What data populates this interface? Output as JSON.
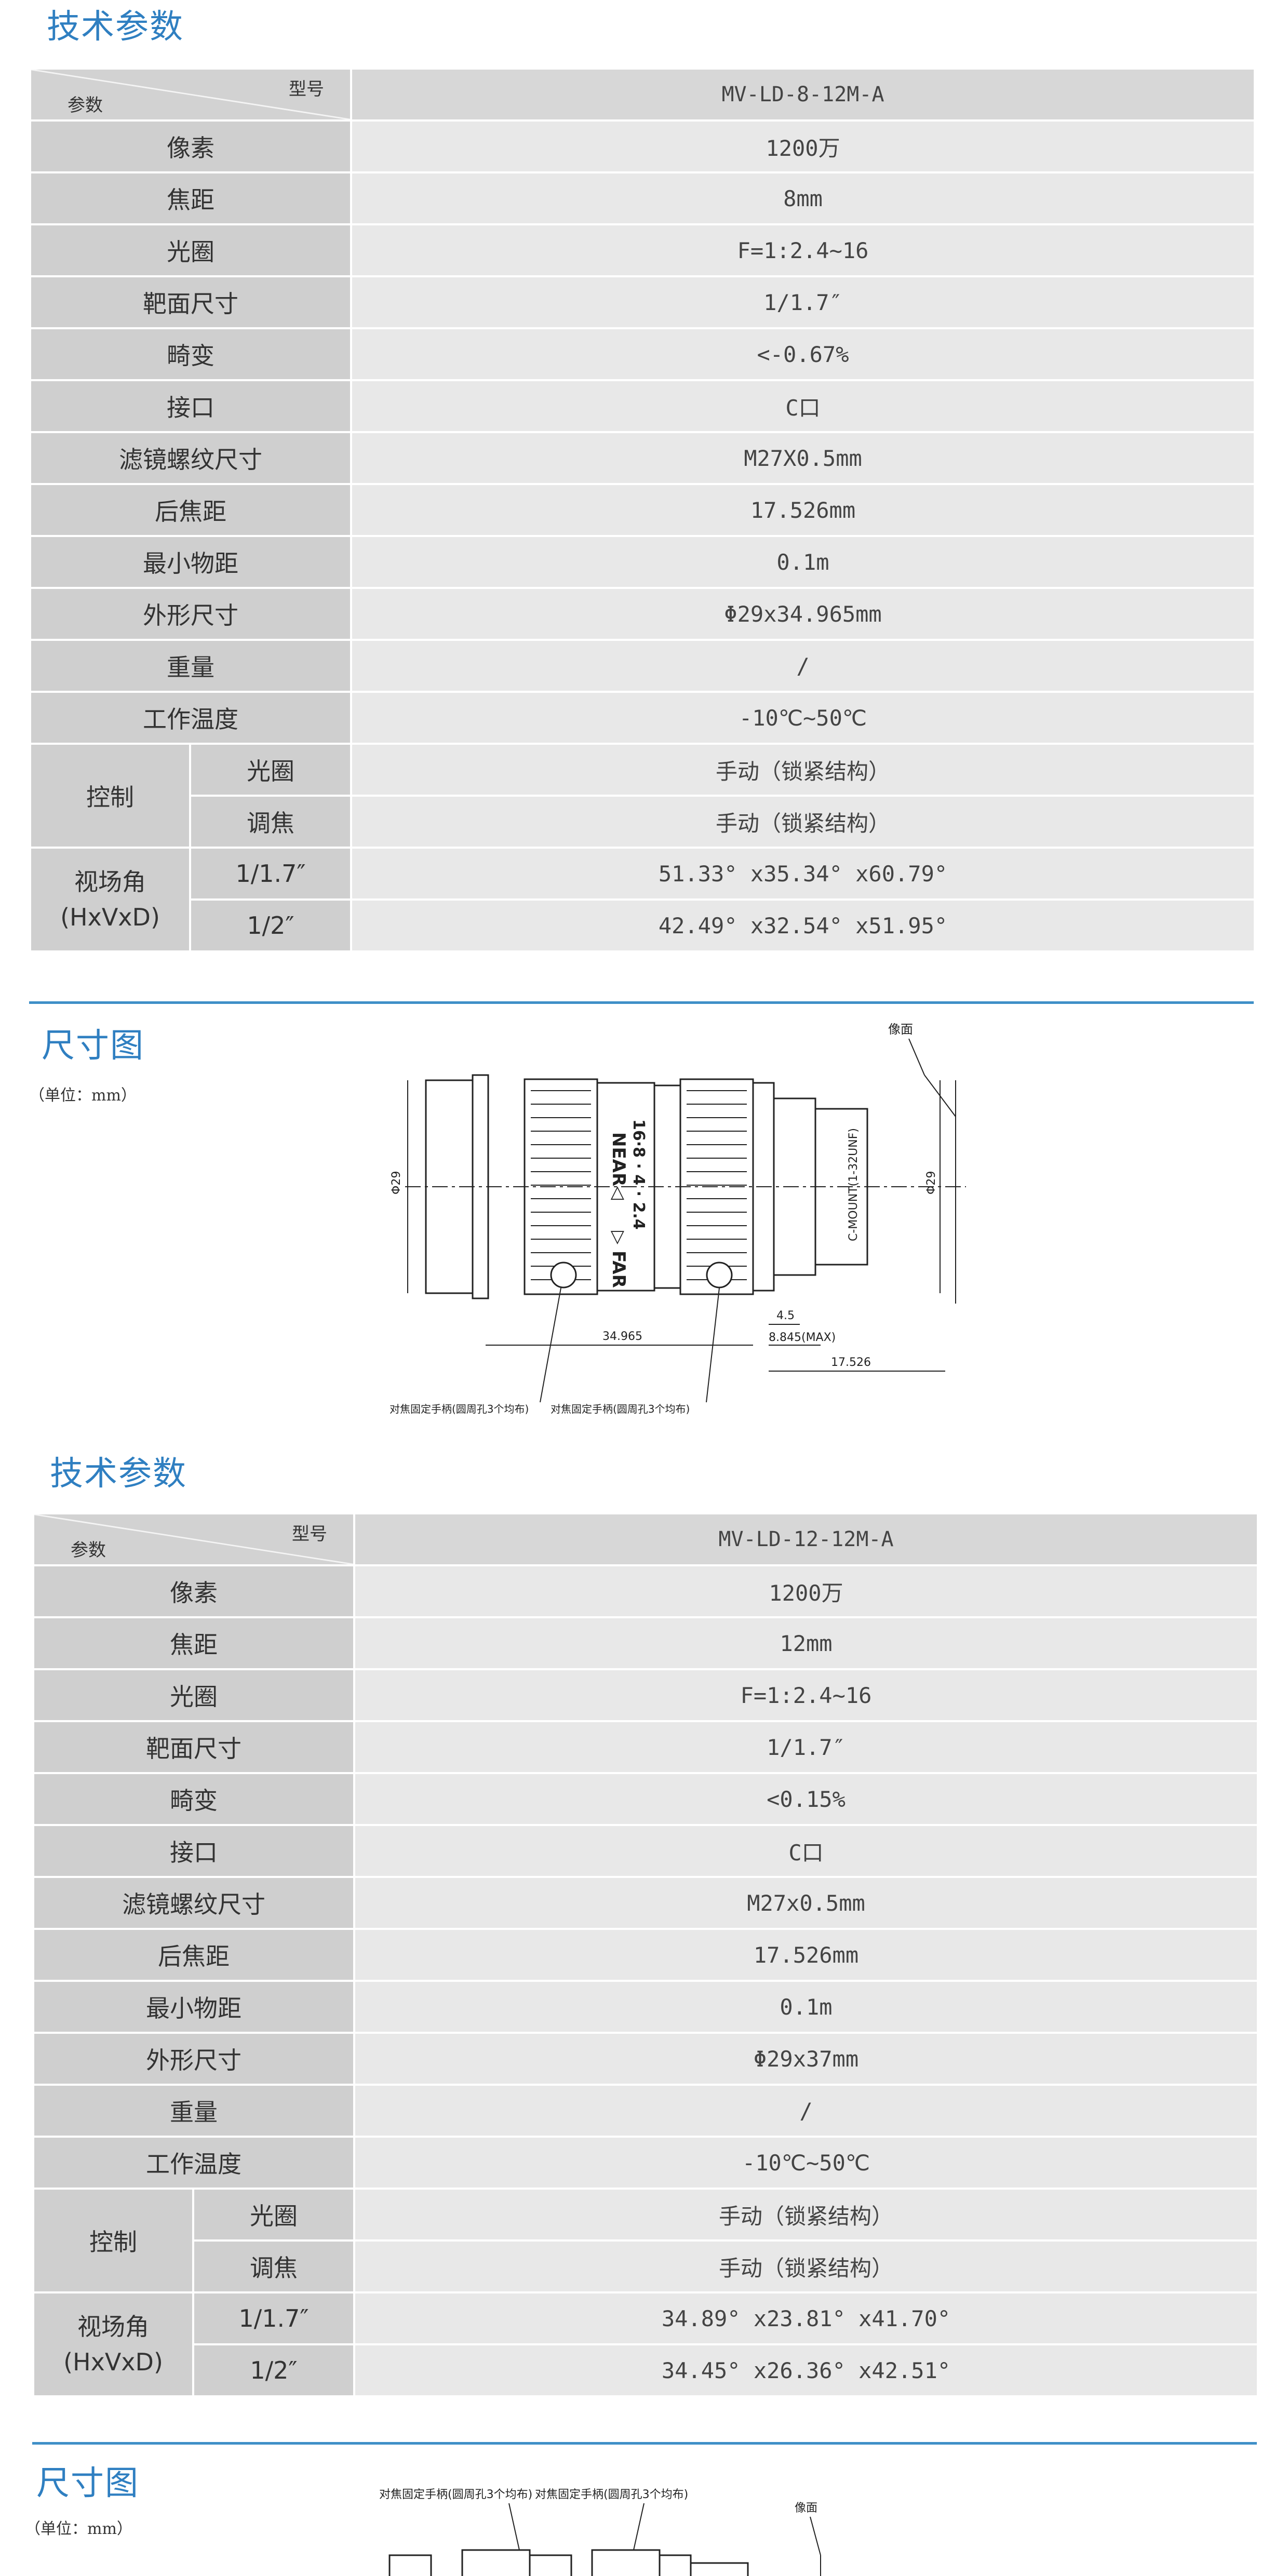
{
  "sections": [
    {
      "spec_title": "技术参数",
      "header": {
        "type_label": "型号",
        "param_label": "参数",
        "model": "MV-LD-8-12M-A"
      },
      "rows": [
        {
          "label": "像素",
          "value": "1200万"
        },
        {
          "label": "焦距",
          "value": "8mm"
        },
        {
          "label": "光圈",
          "value": "F=1:2.4~16"
        },
        {
          "label": "靶面尺寸",
          "value": "1/1.7″"
        },
        {
          "label": "畸变",
          "value": "<-0.67%"
        },
        {
          "label": "接口",
          "value": "C口"
        },
        {
          "label": "滤镜螺纹尺寸",
          "value": "M27X0.5mm"
        },
        {
          "label": "后焦距",
          "value": "17.526mm"
        },
        {
          "label": "最小物距",
          "value": "0.1m"
        },
        {
          "label": "外形尺寸",
          "value": "Φ29x34.965mm"
        },
        {
          "label": "重量",
          "value": "/"
        },
        {
          "label": "工作温度",
          "value": "-10℃~50℃"
        }
      ],
      "control": {
        "label": "控制",
        "iris_label": "光圈",
        "iris_value": "手动（锁紧结构）",
        "focus_label": "调焦",
        "focus_value": "手动（锁紧结构）"
      },
      "fov": {
        "label": "视场角",
        "label2": "(HxVxD)",
        "s1_label": "1/1.7″",
        "s1_value": "51.33° x35.34° x60.79°",
        "s2_label": "1/2″",
        "s2_value": "42.49° x32.54° x51.95°"
      },
      "dim_title": "尺寸图",
      "dim_unit": "（单位：mm）",
      "drawing": {
        "image_plane": "像面",
        "near": "NEAR◁",
        "far": "▷ FAR",
        "focus_scale": "16·8 · 4 · 2.4",
        "dia_left": "Φ29",
        "dia_right": "Φ29",
        "mount": "C-MOUNT(1-32UNF)",
        "len": "34.965",
        "d45": "4.5",
        "dmax": "8.845(MAX)",
        "bfl": "17.526",
        "screw1": "对焦固定手柄(圆周孔3个均布)",
        "screw2": "对焦固定手柄(圆周孔3个均布)"
      }
    },
    {
      "spec_title": "技术参数",
      "header": {
        "type_label": "型号",
        "param_label": "参数",
        "model": "MV-LD-12-12M-A"
      },
      "rows": [
        {
          "label": "像素",
          "value": "1200万"
        },
        {
          "label": "焦距",
          "value": "12mm"
        },
        {
          "label": "光圈",
          "value": "F=1:2.4~16"
        },
        {
          "label": "靶面尺寸",
          "value": "1/1.7″"
        },
        {
          "label": "畸变",
          "value": "<0.15%"
        },
        {
          "label": "接口",
          "value": "C口"
        },
        {
          "label": "滤镜螺纹尺寸",
          "value": "M27x0.5mm"
        },
        {
          "label": "后焦距",
          "value": "17.526mm"
        },
        {
          "label": "最小物距",
          "value": "0.1m"
        },
        {
          "label": "外形尺寸",
          "value": "Φ29x37mm"
        },
        {
          "label": "重量",
          "value": "/"
        },
        {
          "label": "工作温度",
          "value": "-10℃~50℃"
        }
      ],
      "control": {
        "label": "控制",
        "iris_label": "光圈",
        "iris_value": "手动（锁紧结构）",
        "focus_label": "调焦",
        "focus_value": "手动（锁紧结构）"
      },
      "fov": {
        "label": "视场角",
        "label2": "(HxVxD)",
        "s1_label": "1/1.7″",
        "s1_value": "34.89° x23.81° x41.70°",
        "s2_label": "1/2″",
        "s2_value": "34.45° x26.36° x42.51°"
      },
      "dim_title": "尺寸图",
      "dim_unit": "（单位：mm）",
      "drawing": {
        "image_plane": "像面",
        "screw1": "对焦固定手柄(圆周孔3个均布)",
        "screw2": "对焦固定手柄(圆周孔3个均布)"
      }
    }
  ]
}
